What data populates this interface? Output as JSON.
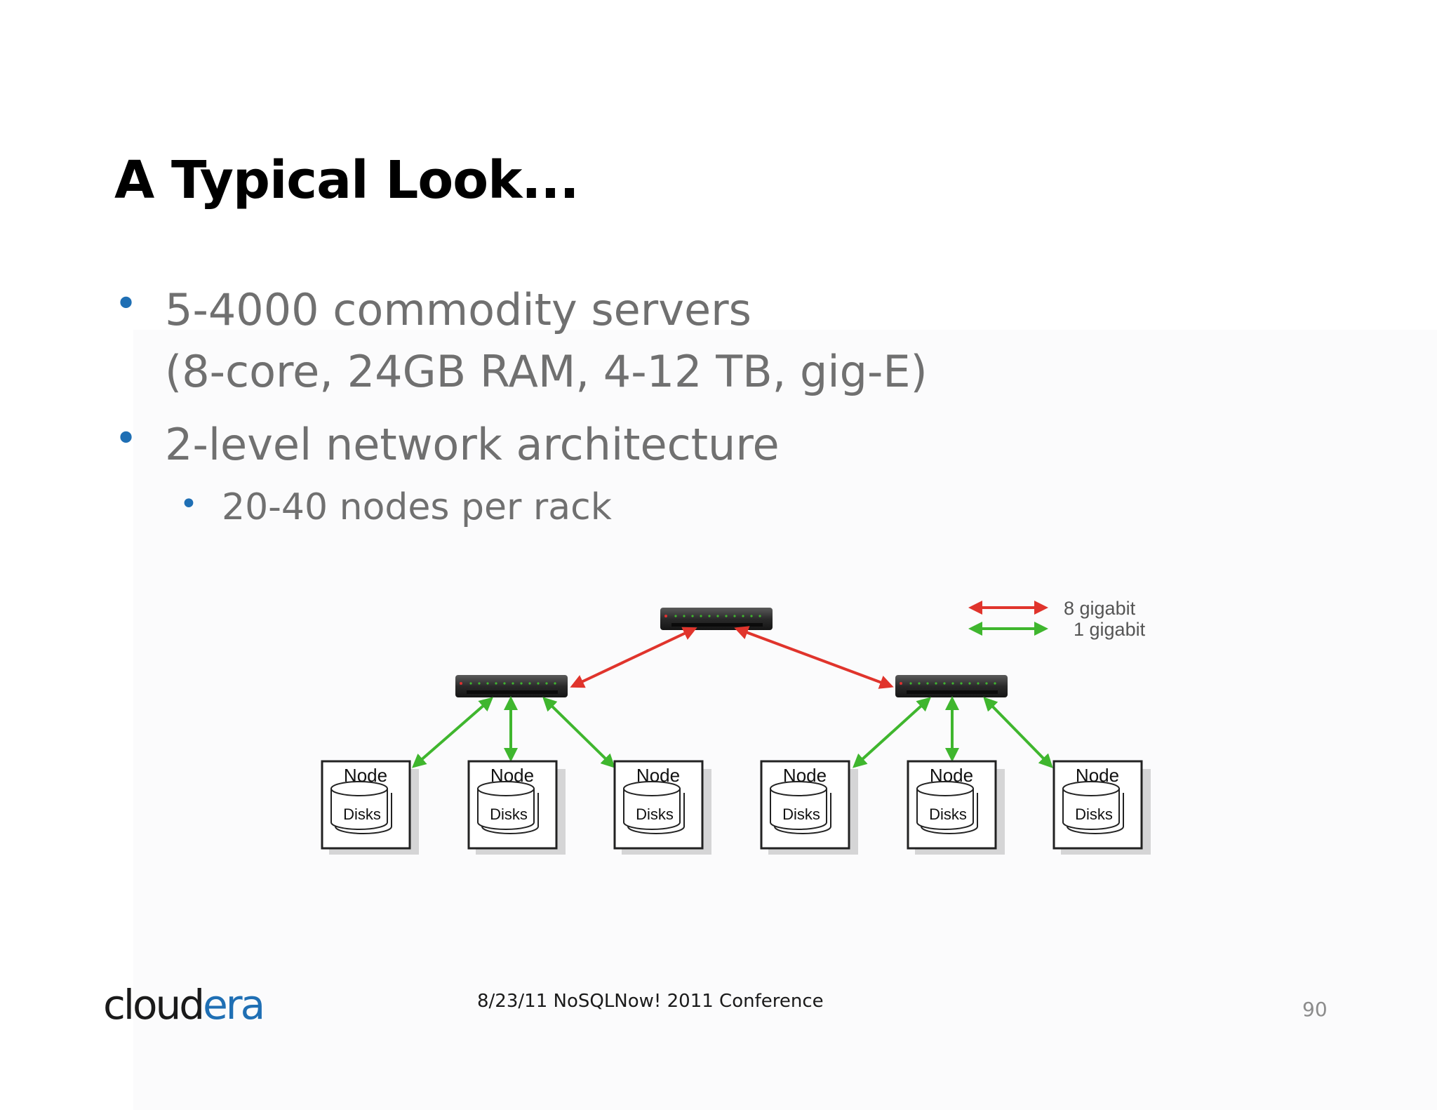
{
  "slide": {
    "title": "A Typical Look...",
    "bullets": [
      {
        "line1": "5-4000 commodity servers",
        "line2": "(8-core, 24GB RAM, 4-12 TB, gig-E)"
      },
      {
        "line1": "2-level network architecture"
      }
    ],
    "sub_bullets": [
      {
        "text": "20-40 nodes per rack"
      }
    ]
  },
  "diagram": {
    "legend": [
      {
        "label": "8 gigabit",
        "color": "#e0342c"
      },
      {
        "label": "1 gigabit",
        "color": "#3fb62e"
      }
    ],
    "node_label": "Node",
    "disks_label": "Disks",
    "racks": [
      {
        "nodes": [
          "Node",
          "Node",
          "Node"
        ]
      },
      {
        "nodes": [
          "Node",
          "Node",
          "Node"
        ]
      }
    ]
  },
  "footer": {
    "logo_text_1": "cloud",
    "logo_text_2": "era",
    "center_text": "8/23/11  NoSQLNow! 2011 Conference",
    "page_number": "90"
  },
  "colors": {
    "bullet_dot": "#1f6fb4",
    "bullet_text": "#707070",
    "uplink": "#e0342c",
    "downlink": "#3fb62e"
  }
}
